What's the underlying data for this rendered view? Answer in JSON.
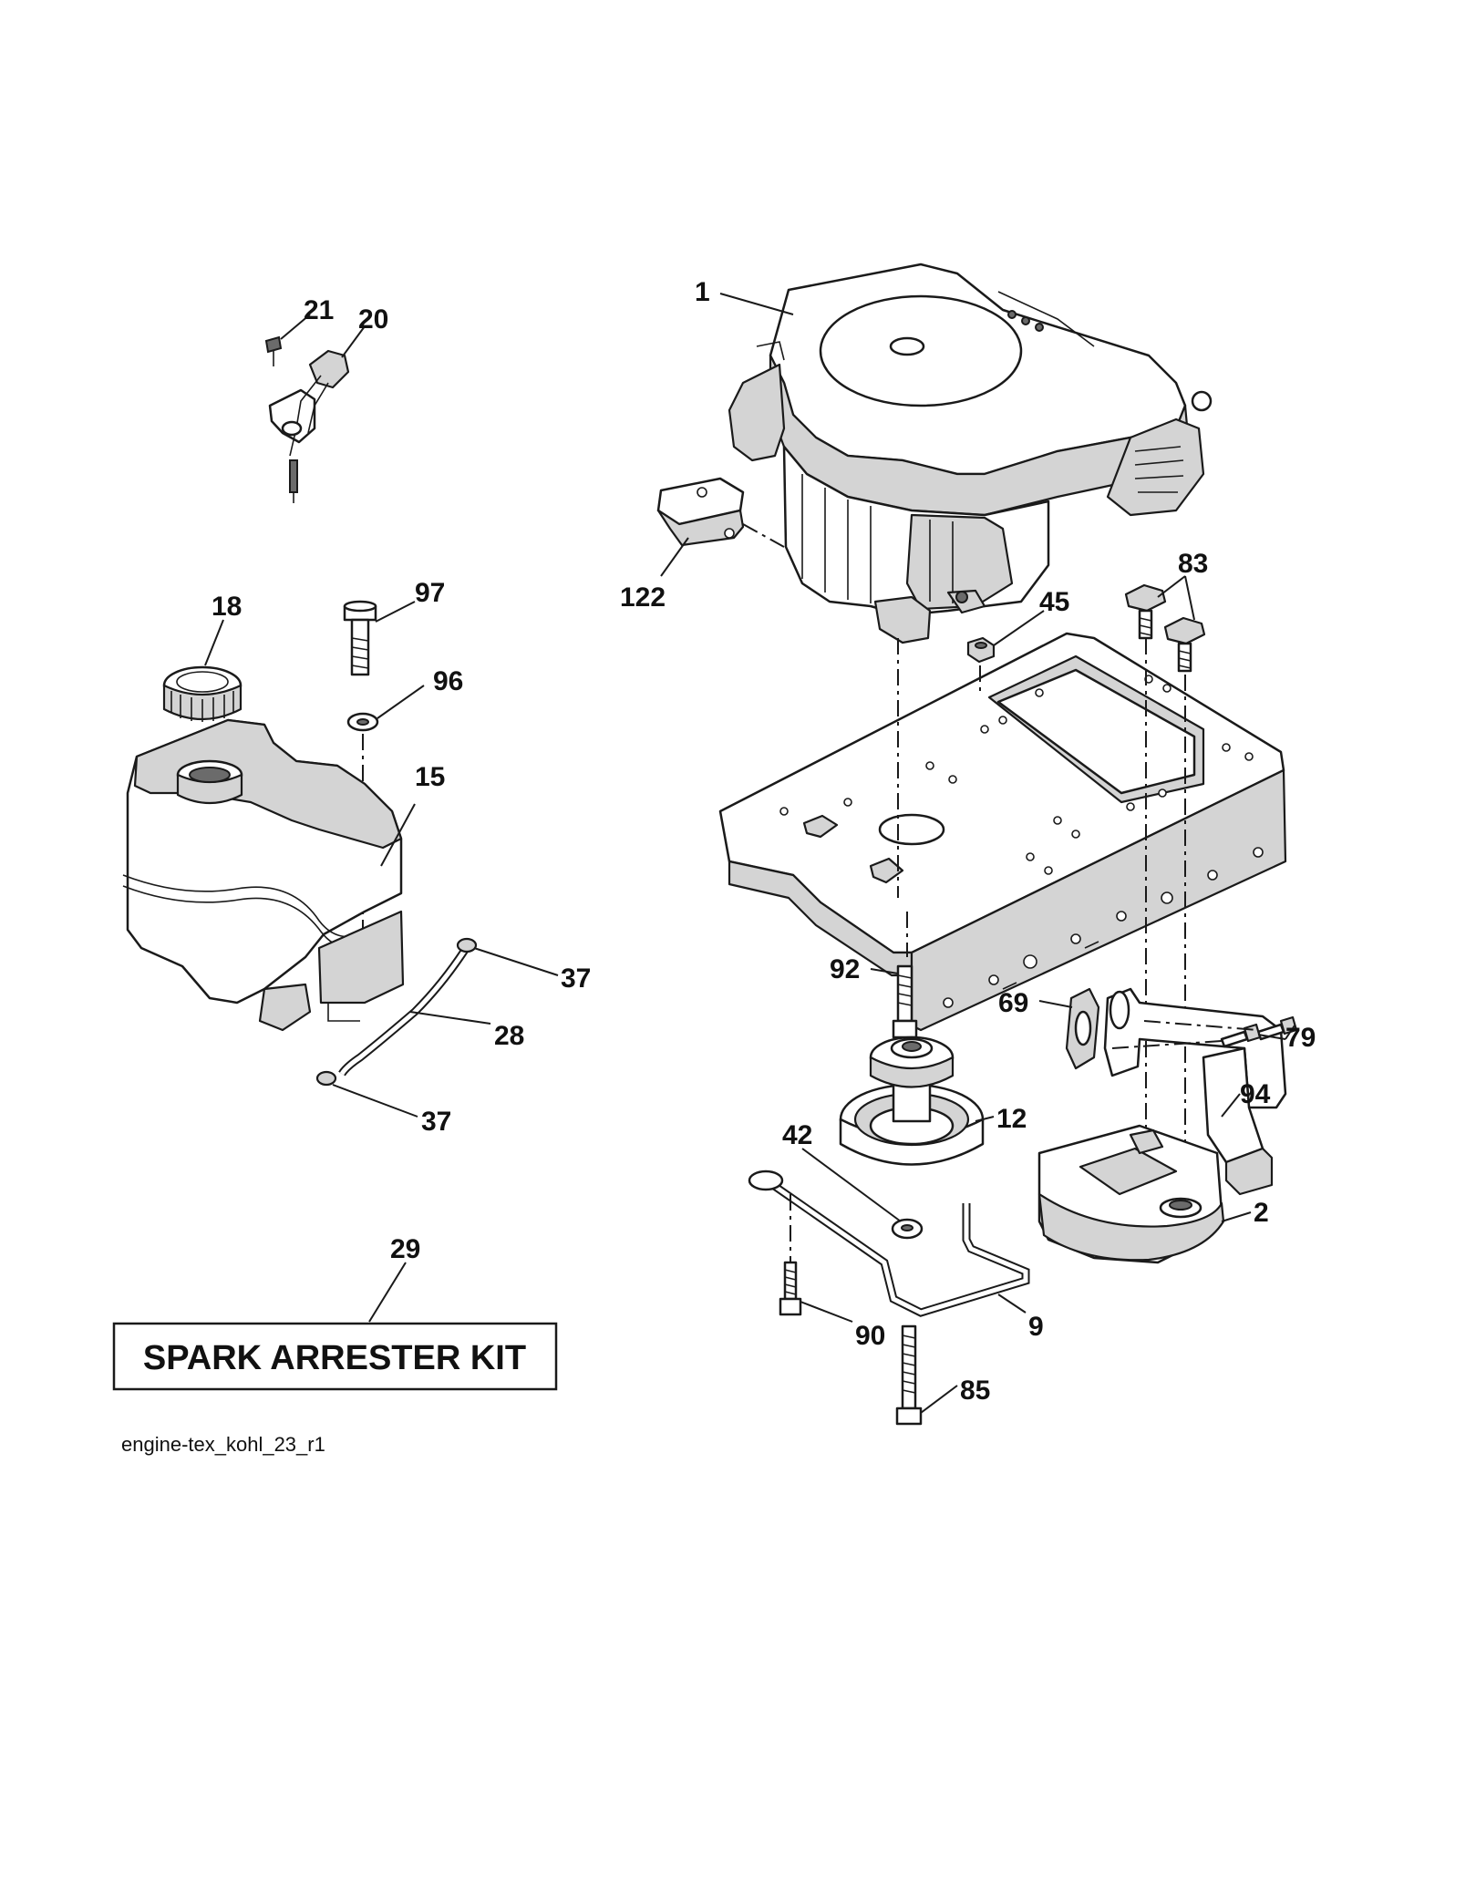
{
  "diagram_id": "engine-tex_kohl_23_r1",
  "kit_label": "SPARK ARRESTER KIT",
  "callouts": [
    {
      "id": "1",
      "text": "1"
    },
    {
      "id": "21",
      "text": "21"
    },
    {
      "id": "20",
      "text": "20"
    },
    {
      "id": "122",
      "text": "122"
    },
    {
      "id": "18",
      "text": "18"
    },
    {
      "id": "97",
      "text": "97"
    },
    {
      "id": "96",
      "text": "96"
    },
    {
      "id": "15",
      "text": "15"
    },
    {
      "id": "83",
      "text": "83"
    },
    {
      "id": "45",
      "text": "45"
    },
    {
      "id": "37a",
      "text": "37"
    },
    {
      "id": "28",
      "text": "28"
    },
    {
      "id": "37b",
      "text": "37"
    },
    {
      "id": "92",
      "text": "92"
    },
    {
      "id": "69",
      "text": "69"
    },
    {
      "id": "79",
      "text": "79"
    },
    {
      "id": "12",
      "text": "12"
    },
    {
      "id": "94",
      "text": "94"
    },
    {
      "id": "42",
      "text": "42"
    },
    {
      "id": "2",
      "text": "2"
    },
    {
      "id": "29",
      "text": "29"
    },
    {
      "id": "9",
      "text": "9"
    },
    {
      "id": "90",
      "text": "90"
    },
    {
      "id": "85",
      "text": "85"
    }
  ]
}
